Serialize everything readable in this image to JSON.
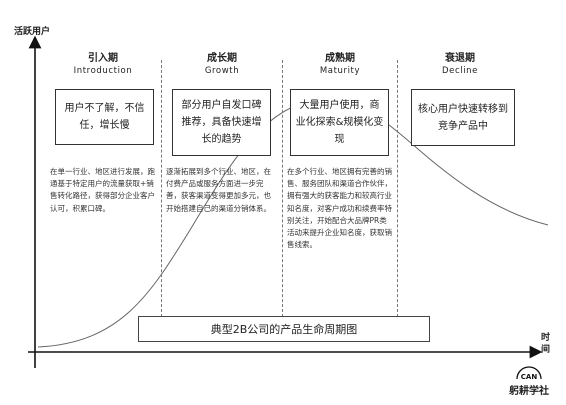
{
  "y_axis_label": "活跃用户",
  "x_axis_label_1": "时",
  "x_axis_label_2": "间",
  "diagram_title": "典型2B公司的产品生命周期图",
  "logo": {
    "mark": "CAN",
    "text": "躬耕学社"
  },
  "phases": [
    {
      "title": "引入期",
      "subtitle": "Introduction",
      "box": "用户不了解，不信任，增长慢",
      "desc": "在单一行业、地区进行发展，跑通基于特定用户的流量获取+销售转化路径，获得部分企业客户认可，积累口碑。"
    },
    {
      "title": "成长期",
      "subtitle": "Growth",
      "box": "部分用户自发口碑推荐，具备快速增长的趋势",
      "desc": "逐渐拓展到多个行业、地区，在付费产品或服务方面进一步完善，获客渠道变得更加多元，也开始搭建自己的渠道分销体系。"
    },
    {
      "title": "成熟期",
      "subtitle": "Maturity",
      "box": "大量用户使用，商业化探索&规模化变现",
      "desc": "在多个行业、地区拥有完善的销售、服务团队和渠道合作伙伴，拥有强大的获客能力和较高行业知名度，对客户成功和续费率特别关注，开始配合大品牌PR类活动来提升企业知名度，获取销售线索。"
    },
    {
      "title": "衰退期",
      "subtitle": "Decline",
      "box": "核心用户快速转移到竞争产品中",
      "desc": ""
    }
  ]
}
